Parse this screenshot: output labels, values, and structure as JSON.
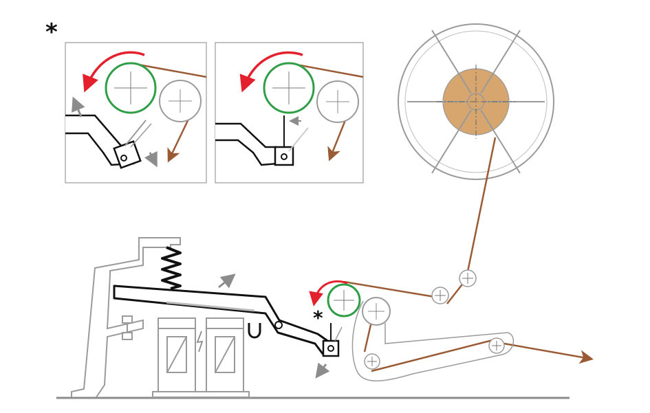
{
  "markers": {
    "detail_marker": "*",
    "drum_marker": "*"
  },
  "colors": {
    "tape": "#9a5a34",
    "roller_green": "#2f9e47",
    "rotation_arrow": "#e3202b",
    "hub": "#d6a66e",
    "machine": "#111111",
    "frame": "#9a9a9a",
    "motion_hint": "#8c8c8c"
  },
  "icons": [
    "reel",
    "roller",
    "spring",
    "lever",
    "magnet-icon",
    "lightning-icon",
    "rotation-arrow",
    "motion-arrow"
  ]
}
